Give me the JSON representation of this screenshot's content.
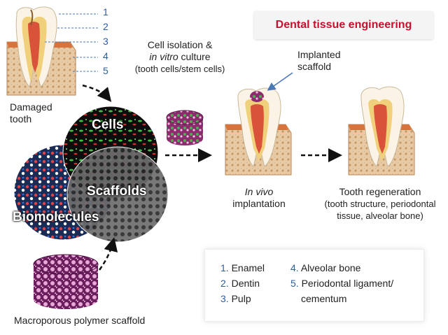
{
  "title": "Dental tissue engineering",
  "tooth_numbers": [
    "1",
    "2",
    "3",
    "4",
    "5"
  ],
  "labels": {
    "damaged_tooth_line1": "Damaged",
    "damaged_tooth_line2": "tooth",
    "cell_isolation_line1": "Cell isolation &",
    "cell_isolation_line2_italic": "in vitro",
    "cell_isolation_line2_rest": " culture",
    "cell_isolation_line3": "(tooth cells/stem cells)",
    "implanted_line1": "Implanted",
    "implanted_line2": "scaffold",
    "in_vivo_italic": "In vivo",
    "implantation": "implantation",
    "regen_line1": "Tooth regeneration",
    "regen_line2": "(tooth structure, periodontal",
    "regen_line3": "tissue, alveolar bone)",
    "macroporous": "Macroporous polymer scaffold"
  },
  "circles": {
    "cells": "Cells",
    "scaffolds": "Scaffolds",
    "biomolecules": "Biomolecules"
  },
  "legend": {
    "items": [
      {
        "num": "1.",
        "text": "Enamel"
      },
      {
        "num": "2.",
        "text": "Dentin"
      },
      {
        "num": "3.",
        "text": "Pulp"
      },
      {
        "num": "4.",
        "text": "Alveolar bone"
      },
      {
        "num": "5.",
        "text": "Periodontal ligament/"
      },
      {
        "num": "",
        "text": "cementum"
      }
    ]
  },
  "colors": {
    "title": "#c8102e",
    "numbers": "#2f5d9a",
    "gum": "#d9733d",
    "enamel": "#fbf4e6",
    "dentin": "#f0d07a",
    "pulp": "#d9533a"
  }
}
